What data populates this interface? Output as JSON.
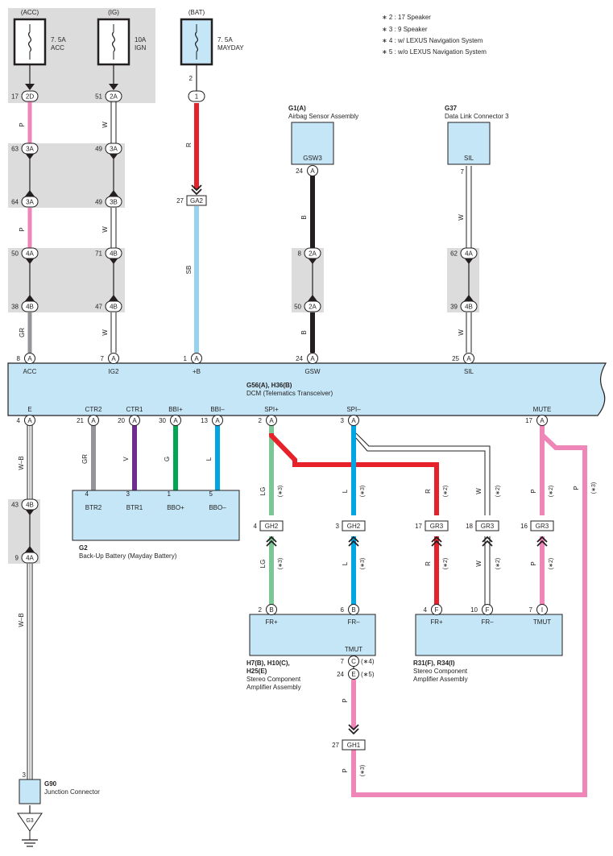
{
  "notes": [
    "∗ 2 : 17 Speaker",
    "∗ 3 : 9 Speaker",
    "∗ 4 : w/ LEXUS Navigation System",
    "∗ 5 : w/o LEXUS Navigation System"
  ],
  "fuses": {
    "acc": {
      "source": "(ACC)",
      "rating": "7. 5A",
      "name": "ACC"
    },
    "ig": {
      "source": "(IG)",
      "rating": "10A",
      "name": "IGN"
    },
    "bat": {
      "source": "(BAT)",
      "rating": "7. 5A",
      "name": "MAYDAY"
    }
  },
  "components": {
    "airbag": {
      "code": "G1(A)",
      "name": "Airbag Sensor Assembly",
      "terminal": "GSW3"
    },
    "dlc": {
      "code": "G37",
      "name": "Data Link Connector 3",
      "terminal": "SIL"
    },
    "dcm": {
      "code": "G56(A), H36(B)",
      "name": "DCM (Telematics Transceiver)",
      "top_terminals": [
        "ACC",
        "IG2",
        "+B",
        "GSW",
        "SIL"
      ],
      "bottom_terminals": [
        "E",
        "CTR2",
        "CTR1",
        "BBI+",
        "BBI–",
        "SPI+",
        "SPI–",
        "MUTE"
      ]
    },
    "backup_battery": {
      "code": "G2",
      "name": "Back-Up Battery (Mayday Battery)",
      "terminals": [
        "BTR2",
        "BTR1",
        "BBO+",
        "BBO–"
      ]
    },
    "amp_h": {
      "code": "H7(B), H10(C),",
      "code2": "H25(E)",
      "name": "Stereo Component",
      "name2": "Amplifier Assembly",
      "terminals": [
        "FR+",
        "FR–",
        "TMUT"
      ]
    },
    "amp_r": {
      "code": "R31(F), R34(I)",
      "name": "Stereo Component",
      "name2": "Amplifier Assembly",
      "terminals": [
        "FR+",
        "FR–",
        "TMUT"
      ]
    },
    "junction": {
      "code": "G90",
      "name": "Junction Connector"
    },
    "ground": {
      "label": "G3"
    }
  },
  "connectors": {
    "acc": [
      [
        "17",
        "2D"
      ],
      [
        "63",
        "3A"
      ],
      [
        "64",
        "3A"
      ],
      [
        "50",
        "4A"
      ],
      [
        "38",
        "4B"
      ],
      [
        "8",
        "A"
      ]
    ],
    "ig": [
      [
        "51",
        "2A"
      ],
      [
        "49",
        "3A"
      ],
      [
        "49",
        "3B"
      ],
      [
        "71",
        "4B"
      ],
      [
        "47",
        "4B"
      ],
      [
        "7",
        "A"
      ]
    ],
    "bat": [
      [
        "2",
        ""
      ],
      [
        "",
        "1"
      ],
      [
        "27",
        "GA2"
      ],
      [
        "1",
        "A"
      ]
    ],
    "gsw": [
      [
        "24",
        "A"
      ],
      [
        "8",
        "2A"
      ],
      [
        "50",
        "2A"
      ],
      [
        "24",
        "A"
      ]
    ],
    "sil": [
      [
        "7",
        ""
      ],
      [
        "62",
        "4A"
      ],
      [
        "39",
        "4B"
      ],
      [
        "25",
        "A"
      ]
    ],
    "e": [
      [
        "4",
        "A"
      ],
      [
        "43",
        "4B"
      ],
      [
        "9",
        "4A"
      ],
      [
        "3",
        ""
      ]
    ],
    "battery": [
      [
        "21",
        "A"
      ],
      [
        "20",
        "A"
      ],
      [
        "30",
        "A"
      ],
      [
        "13",
        "A"
      ],
      [
        "4",
        ""
      ],
      [
        "3",
        ""
      ],
      [
        "1",
        ""
      ],
      [
        "5",
        ""
      ]
    ],
    "spi_plus": [
      [
        "2",
        "A"
      ],
      [
        "4",
        "GH2"
      ],
      [
        "2",
        "B"
      ]
    ],
    "spi_minus": [
      [
        "3",
        "A"
      ],
      [
        "3",
        "GH2"
      ],
      [
        "6",
        "B"
      ]
    ],
    "gr3_r": [
      [
        "17",
        "GR3"
      ],
      [
        "4",
        "F"
      ]
    ],
    "gr3_w": [
      [
        "18",
        "GR3"
      ],
      [
        "10",
        "F"
      ]
    ],
    "mute": [
      [
        "17",
        "A"
      ],
      [
        "16",
        "GR3"
      ],
      [
        "7",
        "I"
      ]
    ],
    "tmut": [
      [
        "7",
        "C"
      ],
      [
        "24",
        "E"
      ],
      [
        "27",
        "GH1"
      ]
    ]
  },
  "variant_tags": {
    "c4": "(∗4)",
    "c5": "(∗5)",
    "s2": "(∗2)",
    "s3": "(∗3)"
  },
  "wire_colors": {
    "P": "P",
    "W": "W",
    "GR": "GR",
    "R": "R",
    "SB": "SB",
    "B": "B",
    "WB": "W–B",
    "V": "V",
    "G": "G",
    "L": "L",
    "LG": "LG"
  },
  "colors": {
    "pink": "#ef86b8",
    "red": "#e62129",
    "black": "#231f20",
    "gray": "#939598",
    "light_blue": "#97d3ee",
    "blue": "#00a6e4",
    "purple": "#6d2e8f",
    "green": "#00a651",
    "light_green": "#7dc797",
    "box_fill": "#c4e6f6",
    "junction_fill": "#e0e0e0"
  }
}
